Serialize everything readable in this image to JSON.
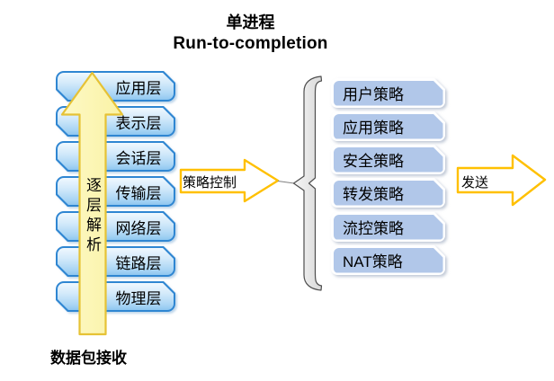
{
  "title": {
    "line1": "单进程",
    "line2": "Run-to-completion"
  },
  "osi_stack": {
    "layers": [
      "应用层",
      "表示层",
      "会话层",
      "传输层",
      "网络层",
      "链路层",
      "物理层"
    ],
    "up_arrow_label": "逐层解析",
    "bottom_caption": "数据包接收"
  },
  "policy_arrow_label": "策略控制",
  "policies": [
    "用户策略",
    "应用策略",
    "安全策略",
    "转发策略",
    "流控策略",
    "NAT策略"
  ],
  "send_arrow_label": "发送",
  "colors": {
    "layer_box_border": "#2f86d2",
    "layer_box_fill_top": "#f0f8fe",
    "layer_box_fill_bottom": "#8fc7f0",
    "policy_box_fill": "#b1c7e9",
    "policy_box_border": "#ffffff",
    "big_arrow_fill": "#fdf8bb",
    "big_arrow_stroke": "#e6c235",
    "outline_arrow_fill": "#ffffff",
    "outline_arrow_stroke": "#ffc000",
    "brace_fill": "#e9e9e9",
    "brace_stroke": "#4d4d4d",
    "text": "#000000"
  }
}
